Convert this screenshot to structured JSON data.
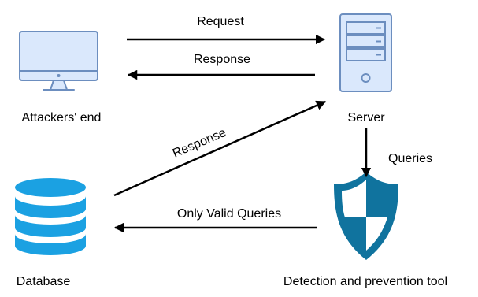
{
  "nodes": {
    "attacker": {
      "label": "Attackers' end",
      "icon": "computer-monitor-icon"
    },
    "server": {
      "label": "Server",
      "icon": "server-tower-icon"
    },
    "database": {
      "label": "Database",
      "icon": "database-cylinder-icon"
    },
    "detection_tool": {
      "label": "Detection and prevention tool",
      "icon": "shield-icon"
    }
  },
  "edges": {
    "request": {
      "label": "Request",
      "from": "Attackers' end",
      "to": "Server"
    },
    "response_to_attacker": {
      "label": "Response",
      "from": "Server",
      "to": "Attackers' end"
    },
    "response_from_database": {
      "label": "Response",
      "from": "Database",
      "to": "Server"
    },
    "queries": {
      "label": "Queries",
      "from": "Server",
      "to": "Detection and prevention tool"
    },
    "only_valid_queries": {
      "label": "Only Valid Queries",
      "from": "Detection and prevention tool",
      "to": "Database"
    }
  },
  "colors": {
    "icon_fill": "#dae8fc",
    "icon_stroke": "#6c8ebf",
    "shield": "#10739e",
    "database": "#1ba1e2",
    "arrow": "#000000"
  }
}
